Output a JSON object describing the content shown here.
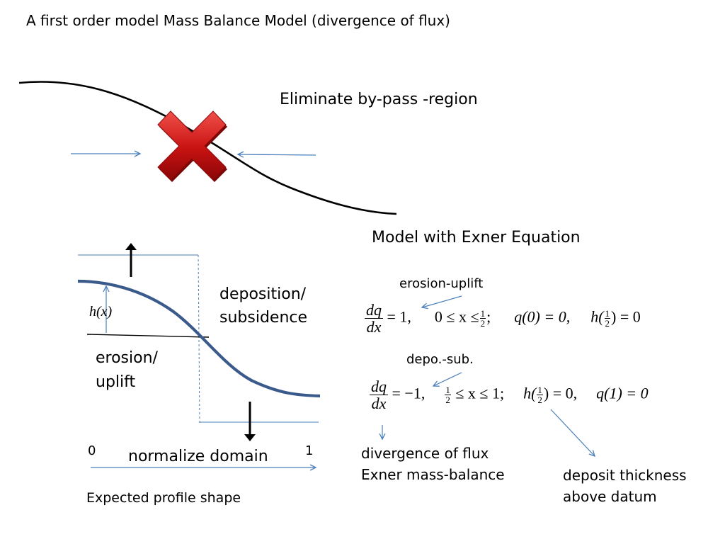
{
  "title": "A first order model Mass Balance Model (divergence of flux)",
  "top": {
    "bypass_label": "Eliminate by-pass -region"
  },
  "bottom_left": {
    "hx_label": "h(x)",
    "deposition_label": "deposition/",
    "subsidence_label": "subsidence",
    "erosion_label": "erosion/",
    "uplift_label": "uplift",
    "axis_start": "0",
    "axis_end": "1",
    "normalize_label": "normalize domain",
    "caption": "Expected profile shape"
  },
  "right": {
    "heading": "Model with Exner Equation",
    "erosion_uplift_note": "erosion-uplift",
    "depo_sub_note": "depo.-sub.",
    "divergence_note_1": "divergence of flux",
    "divergence_note_2": "Exner mass-balance",
    "deposit_note_1": "deposit thickness",
    "deposit_note_2": "above datum",
    "eq1": {
      "num": "dq",
      "den": "dx",
      "rhs": "= 1,",
      "range_left": "0 ≤ x ≤",
      "half": [
        "1",
        "2"
      ],
      "range_end": ";",
      "bc1": "q(0) = 0,",
      "bc2_pre": "h(",
      "bc2_post": ") = 0"
    },
    "eq2": {
      "num": "dq",
      "den": "dx",
      "rhs": "= −1,",
      "range_right": "≤ x ≤ 1;",
      "bc1_pre": "h(",
      "bc1_post": ") = 0,",
      "bc2": "q(1) = 0"
    }
  },
  "colors": {
    "profile": "#3b5a8c",
    "arrow_blue": "#4a7ebb",
    "cross_red": "#cc1a1a"
  }
}
